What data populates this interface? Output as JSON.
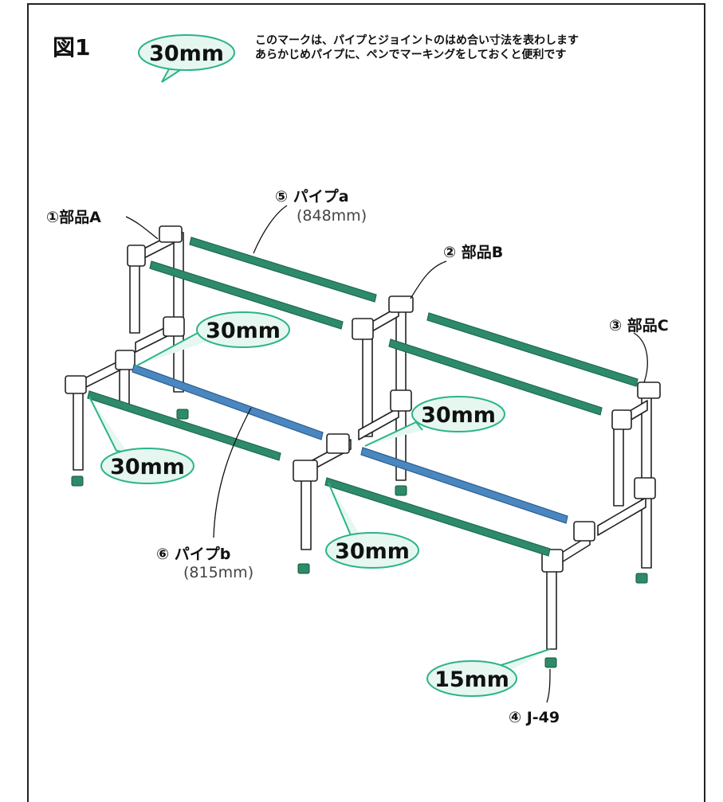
{
  "figure_title": "図1",
  "legend": {
    "bubble_label": "30mm",
    "note_line1": "このマークは、パイプとジョイントのはめ合い寸法を表わします",
    "note_line2": "あらかじめパイプに、ペンでマーキングをしておくと便利です"
  },
  "parts": {
    "part_a": "①部品A",
    "part_b": "② 部品B",
    "part_c": "③ 部品C",
    "part_j49": "④ J-49",
    "pipe_a": "⑤ パイプa",
    "pipe_a_len": "(848mm)",
    "pipe_b": "⑥ パイプb",
    "pipe_b_len": "(815mm)"
  },
  "callouts": {
    "c1": "30mm",
    "c2": "30mm",
    "c3": "30mm",
    "c4": "30mm",
    "c5": "15mm"
  },
  "colors": {
    "green_pipe": "#2e8b6a",
    "blue_pipe": "#4a87c0",
    "bubble_fill": "#e6f7f0",
    "bubble_stroke": "#2bb38a"
  }
}
